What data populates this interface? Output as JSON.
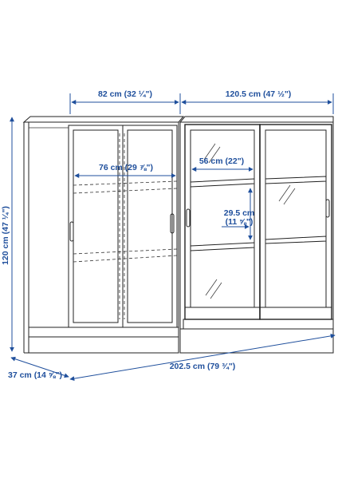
{
  "dimensions": {
    "width_left": "82 cm (32 ¼\")",
    "width_right": "120.5 cm (47 ½\")",
    "height_total": "120 cm (47 ¼\")",
    "inner_left": "76 cm (29 ⅞\")",
    "inner_right": "56 cm (22\")",
    "shelf_spacing_line1": "29.5 cm",
    "shelf_spacing_line2": "(11 ⅝\")",
    "depth": "37 cm (14 ⅝\")",
    "width_total": "202.5 cm (79 ¾\")"
  },
  "colors": {
    "dimension": "#1f4f9c",
    "outline": "#222222",
    "background": "#ffffff"
  }
}
